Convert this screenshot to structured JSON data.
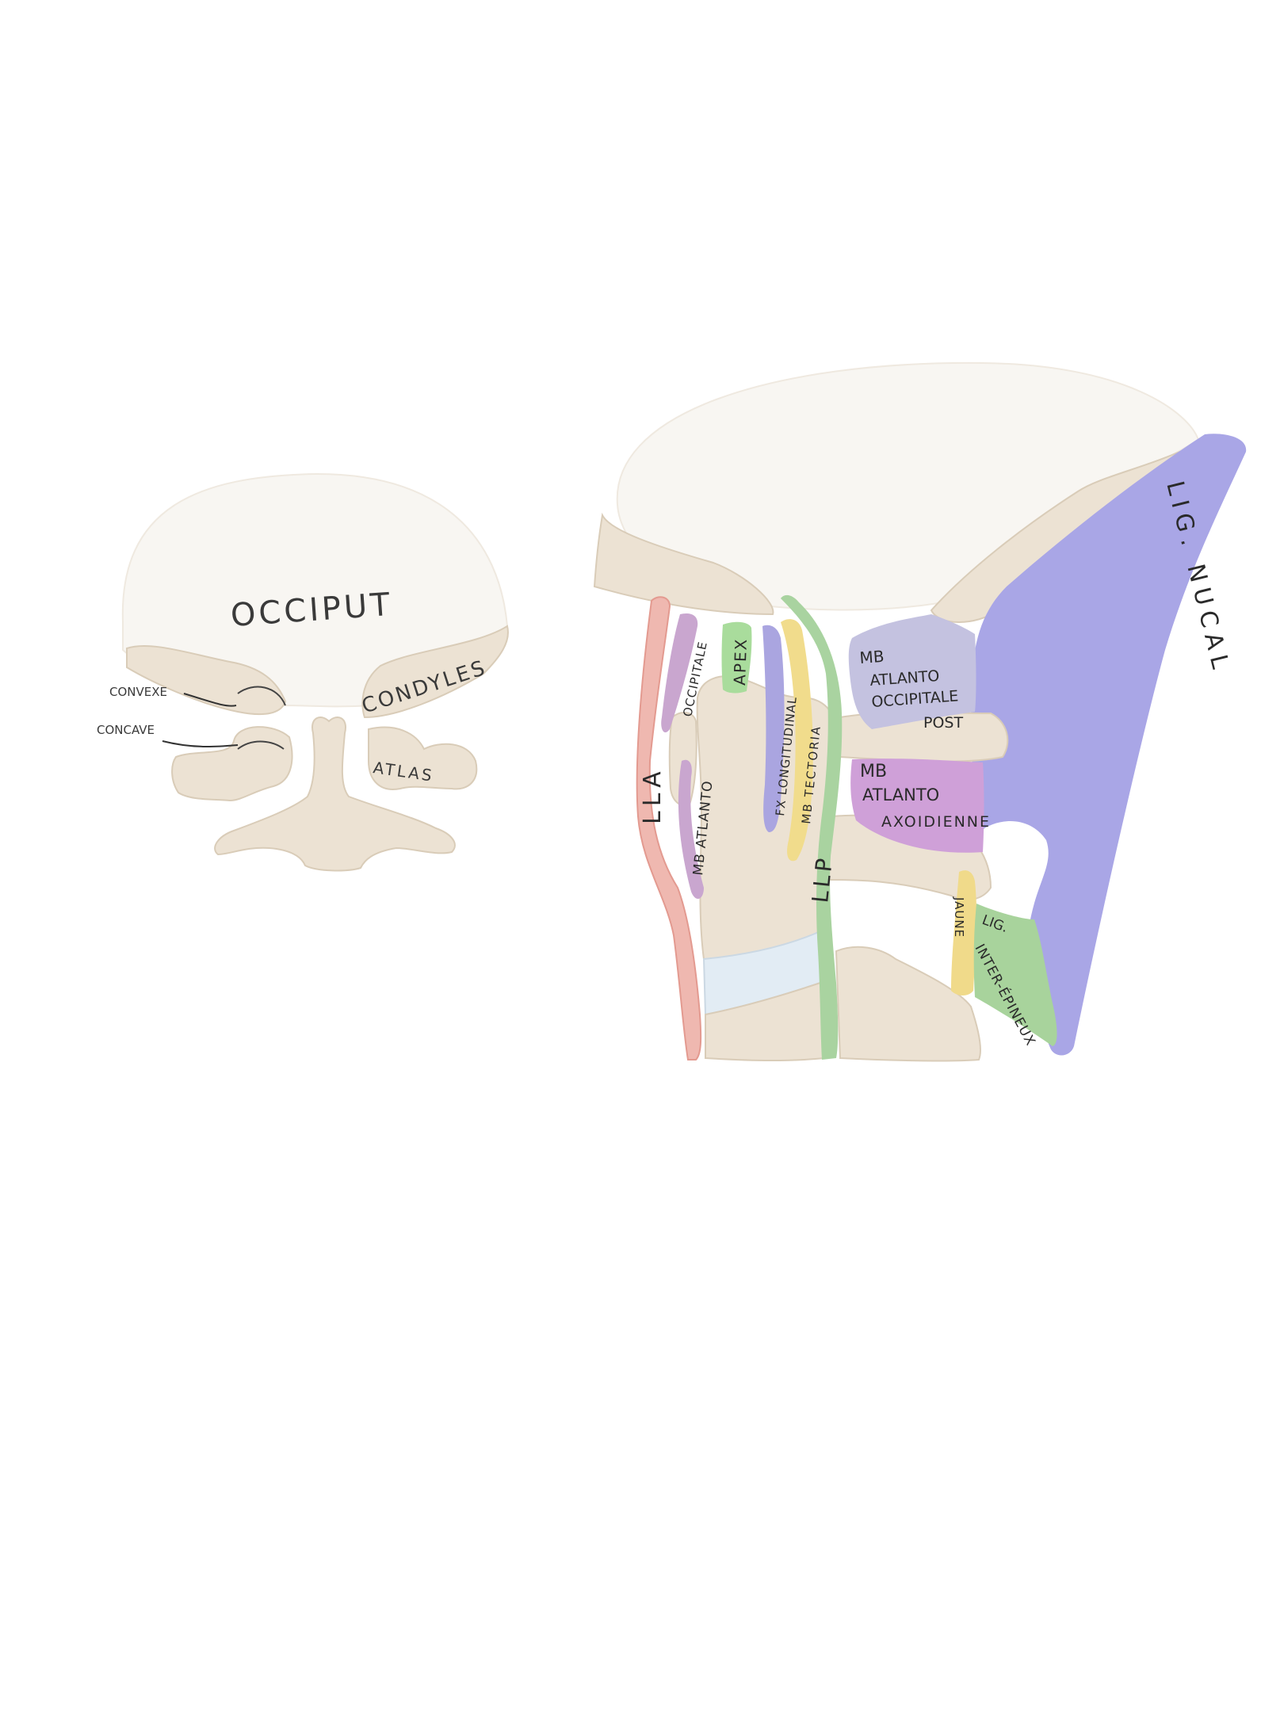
{
  "left_view": {
    "occiput": "OCCIPUT",
    "condyles": "CONDYLES",
    "atlas": "ATLAS",
    "convexe": "CONVEXE",
    "concave": "CONCAVE"
  },
  "right_view": {
    "lla": "LLA",
    "occipitale": "OCCIPITALE",
    "mb_atlanto": "MB ATLANTO",
    "apex": "APEX",
    "fx_longitudinal": "FX LONGITUDINAL",
    "mb_tectoria": "MB TECTORIA",
    "llp": "LLP",
    "mb_atlanto_occipitale_post": [
      "MB",
      "ATLANTO",
      "OCCIPITALE",
      "POST"
    ],
    "mb_atlanto_axoidienne": [
      "MB",
      "ATLANTO",
      "AXOIDIENNE"
    ],
    "jaune": "JAUNE",
    "lig_inter_epineux": [
      "LIG.",
      "INTER-ÉPINEUX"
    ],
    "lig_nucal": "LIG. NUCAL"
  },
  "colors": {
    "background": "#ffffff",
    "skull": "#f8f6f2",
    "bone": "#ece2d3",
    "bone_stroke": "#d9ccb8",
    "lla": "#efb8b0",
    "occipitale_mb_atlanto": "#c9a6cf",
    "apex": "#a9dc9c",
    "fx_longitudinal": "#aaa5e0",
    "mb_tectoria": "#f1dc8c",
    "llp": "#a9d3a0",
    "mb_atlanto_occipitale_post": "#c4c2e0",
    "mb_atlanto_axoidienne": "#cfa0d8",
    "jaune": "#f0da8a",
    "lig_inter_epineux": "#a8d39c",
    "lig_nucal": "#a9a6e6",
    "disc": "#e2ecf4"
  }
}
